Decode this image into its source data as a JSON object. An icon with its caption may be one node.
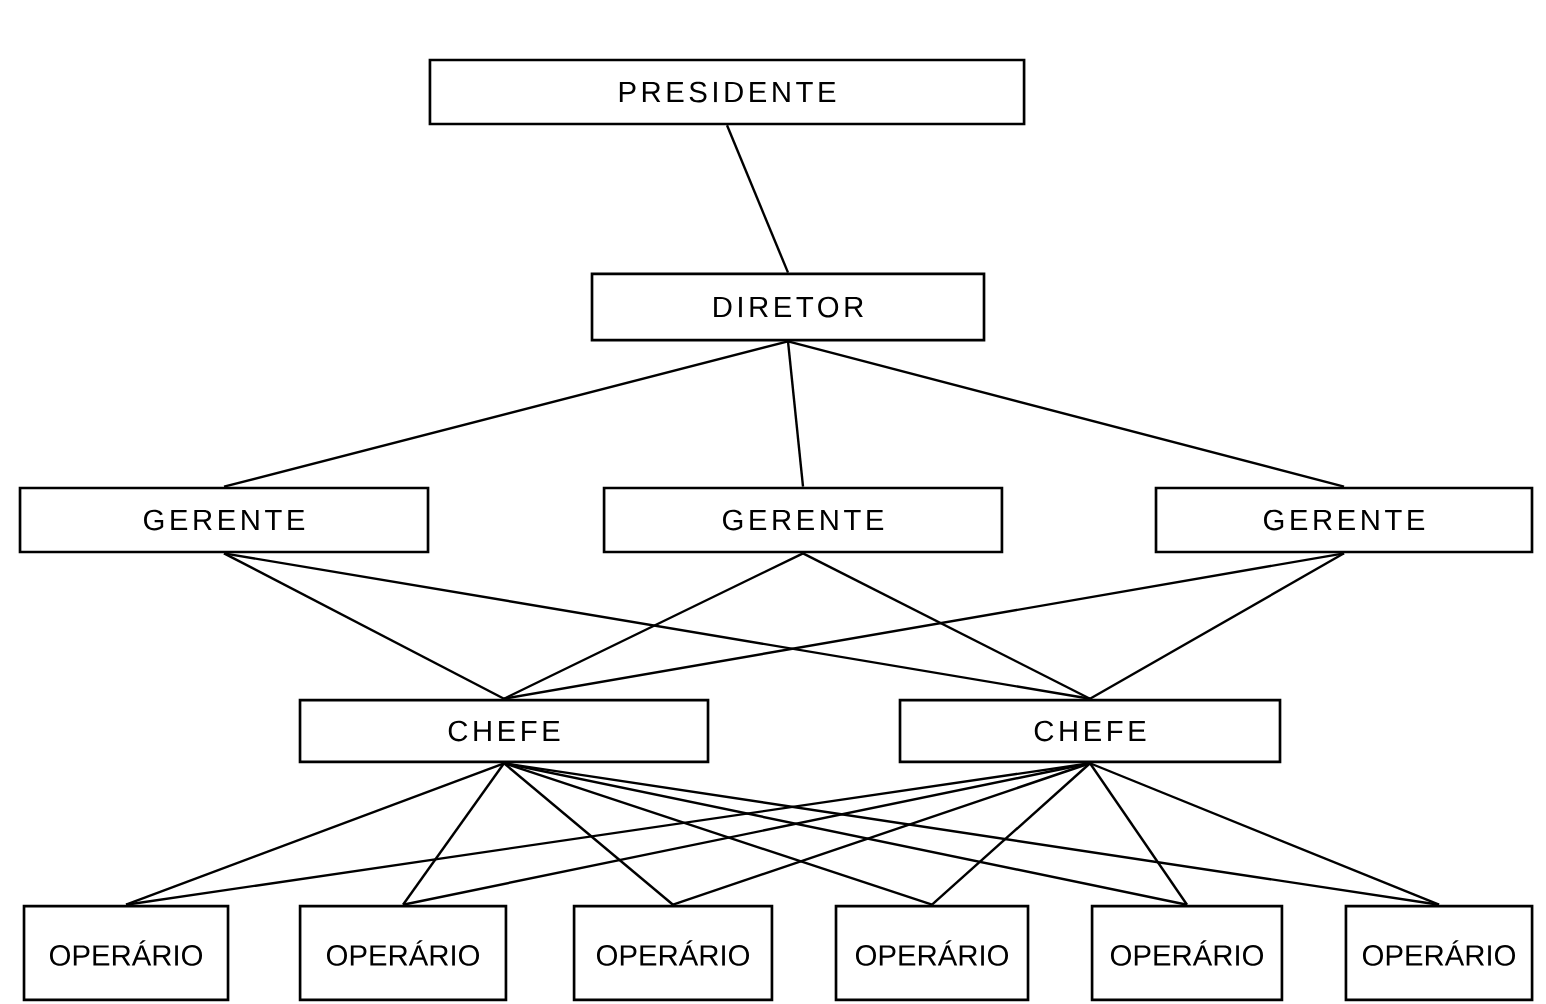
{
  "diagram": {
    "nodes": [
      {
        "text": [
          "PRESIDENTE"
        ]
      },
      {
        "text": [
          "DIRETOR"
        ]
      },
      {
        "text": [
          "GERENTE"
        ]
      },
      {
        "text": [
          "GERENTE"
        ]
      },
      {
        "text": [
          "GERENTE"
        ]
      },
      {
        "text": [
          "CHEFE"
        ]
      },
      {
        "text": [
          "CHEFE"
        ]
      },
      {
        "text": [
          "OPERÁRIO"
        ]
      },
      {
        "text": [
          "OPERÁRIO"
        ]
      },
      {
        "text": [
          "OPERÁRIO"
        ]
      },
      {
        "text": [
          "OPERÁRIO"
        ]
      },
      {
        "text": [
          "OPERÁRIO"
        ]
      },
      {
        "text": [
          "OPERÁRIO"
        ]
      }
    ],
    "edges": [
      {
        "from": 0,
        "to": 1,
        "arrow": "none"
      },
      {
        "from": 1,
        "to": 2,
        "arrow": "none"
      },
      {
        "from": 1,
        "to": 3,
        "arrow": "none"
      },
      {
        "from": 1,
        "to": 4,
        "arrow": "none"
      },
      {
        "from": 2,
        "to": 5,
        "arrow": "none"
      },
      {
        "from": 2,
        "to": 6,
        "arrow": "none"
      },
      {
        "from": 3,
        "to": 5,
        "arrow": "none"
      },
      {
        "from": 3,
        "to": 6,
        "arrow": "none"
      },
      {
        "from": 4,
        "to": 5,
        "arrow": "none"
      },
      {
        "from": 4,
        "to": 6,
        "arrow": "none"
      },
      {
        "from": 5,
        "to": 7,
        "arrow": "none"
      },
      {
        "from": 5,
        "to": 8,
        "arrow": "none"
      },
      {
        "from": 5,
        "to": 9,
        "arrow": "none"
      },
      {
        "from": 5,
        "to": 10,
        "arrow": "none"
      },
      {
        "from": 5,
        "to": 11,
        "arrow": "none"
      },
      {
        "from": 5,
        "to": 12,
        "arrow": "none"
      },
      {
        "from": 6,
        "to": 7,
        "arrow": "none"
      },
      {
        "from": 6,
        "to": 8,
        "arrow": "none"
      },
      {
        "from": 6,
        "to": 9,
        "arrow": "none"
      },
      {
        "from": 6,
        "to": 10,
        "arrow": "none"
      },
      {
        "from": 6,
        "to": 11,
        "arrow": "none"
      },
      {
        "from": 6,
        "to": 12,
        "arrow": "none"
      }
    ]
  }
}
